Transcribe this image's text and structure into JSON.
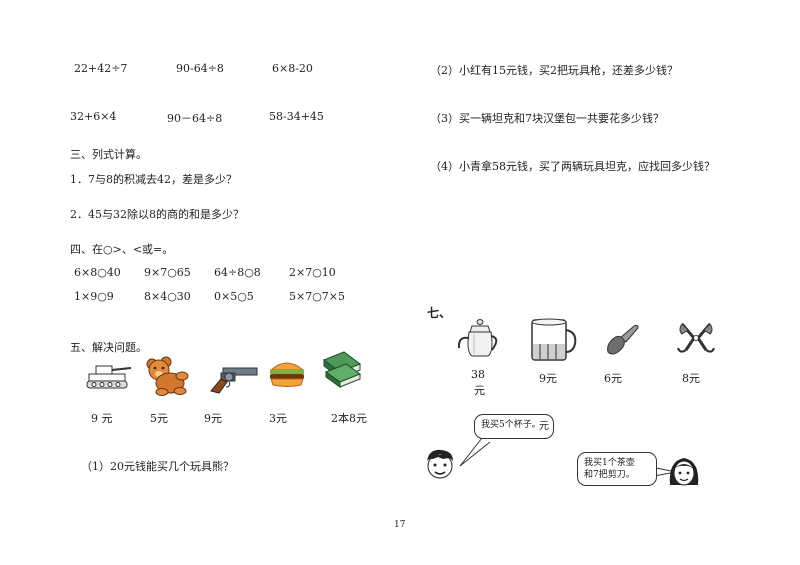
{
  "page_number": "17",
  "left": {
    "calc_row1": [
      "22+42÷7",
      "90-64÷8",
      "6×8-20"
    ],
    "calc_row2": [
      "32+6×4",
      "90－64÷8",
      "58-34+45"
    ],
    "section3_title": "三、列式计算。",
    "q1": "1．7与8的积减去42，差是多少？",
    "q2": "2．45与32除以8的商的和是多少？",
    "section4_title": "四、在○>、<或=。",
    "compare_row1": [
      "6×8○40",
      "9×7○65",
      "64÷8○8",
      "2×7○10"
    ],
    "compare_row2": [
      "1×9○9",
      "8×4○30",
      "0×5○5",
      "5×7○7×5"
    ],
    "section5_title": "五、解决问题。",
    "toys": [
      {
        "icon": "tank-icon",
        "price": "9 元"
      },
      {
        "icon": "teddy-bear-icon",
        "price": "5元"
      },
      {
        "icon": "toy-gun-icon",
        "price": "9元"
      },
      {
        "icon": "hamburger-icon",
        "price": "3元"
      },
      {
        "icon": "books-icon",
        "price": "2本8元"
      }
    ],
    "q_5_1": "（1）20元钱能买几个玩具熊？"
  },
  "right": {
    "q_5_2": "（2）小红有15元钱，买2把玩具枪，还差多少钱？",
    "q_5_3": "（3）买一辆坦克和7块汉堡包一共要花多少钱？",
    "q_5_4": "（4）小青拿58元钱，买了两辆玩具坦克，应找回多少钱？",
    "section7_title": "七、",
    "items": [
      {
        "icon": "teapot-icon",
        "price_line1": "38",
        "price_line2": "元"
      },
      {
        "icon": "cup-icon",
        "price_line1": "9元",
        "price_line2": ""
      },
      {
        "icon": "trowel-icon",
        "price_line1": "6元",
        "price_line2": ""
      },
      {
        "icon": "scissors-icon",
        "price_line1": "8元",
        "price_line2": ""
      }
    ],
    "boy_speech": "我买5个杯子。",
    "boy_speech_extra": "元",
    "girl_speech_line1": "我买1个茶壶",
    "girl_speech_line2": "和7把剪刀。"
  }
}
